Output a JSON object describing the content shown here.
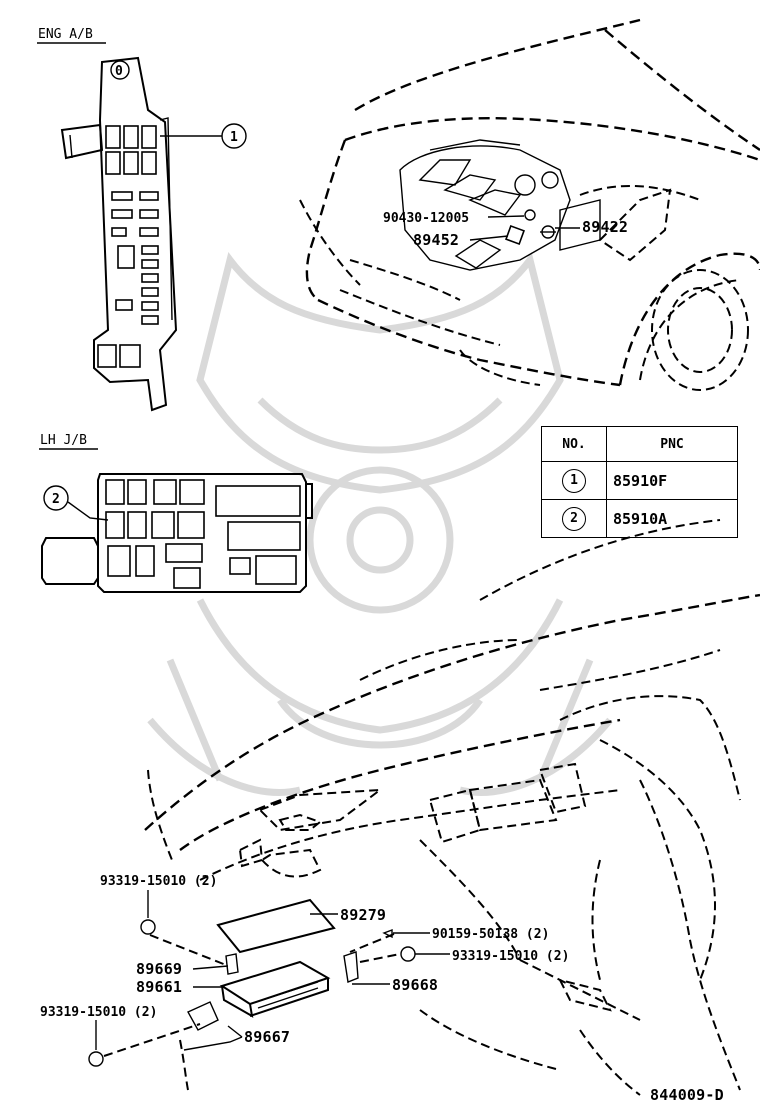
{
  "sections": {
    "eng_ab": "ENG A/B",
    "lh_jb": "LH J/B"
  },
  "table": {
    "header_no": "NO.",
    "header_pnc": "PNC",
    "rows": [
      {
        "no": "1",
        "pnc": "85910F"
      },
      {
        "no": "2",
        "pnc": "85910A"
      }
    ]
  },
  "callouts": {
    "c1": "1",
    "c2": "2",
    "c0": "0"
  },
  "parts": {
    "p90430": "90430-12005",
    "p89452": "89452",
    "p89422": "89422",
    "p93319_top": "93319-15010 (2)",
    "p89279": "89279",
    "p90159": "90159-50138 (2)",
    "p93319_right": "93319-15010 (2)",
    "p89669": "89669",
    "p89661": "89661",
    "p89668": "89668",
    "p93319_left": "93319-15010 (2)",
    "p89667": "89667"
  },
  "diagram_code": "844009-D"
}
